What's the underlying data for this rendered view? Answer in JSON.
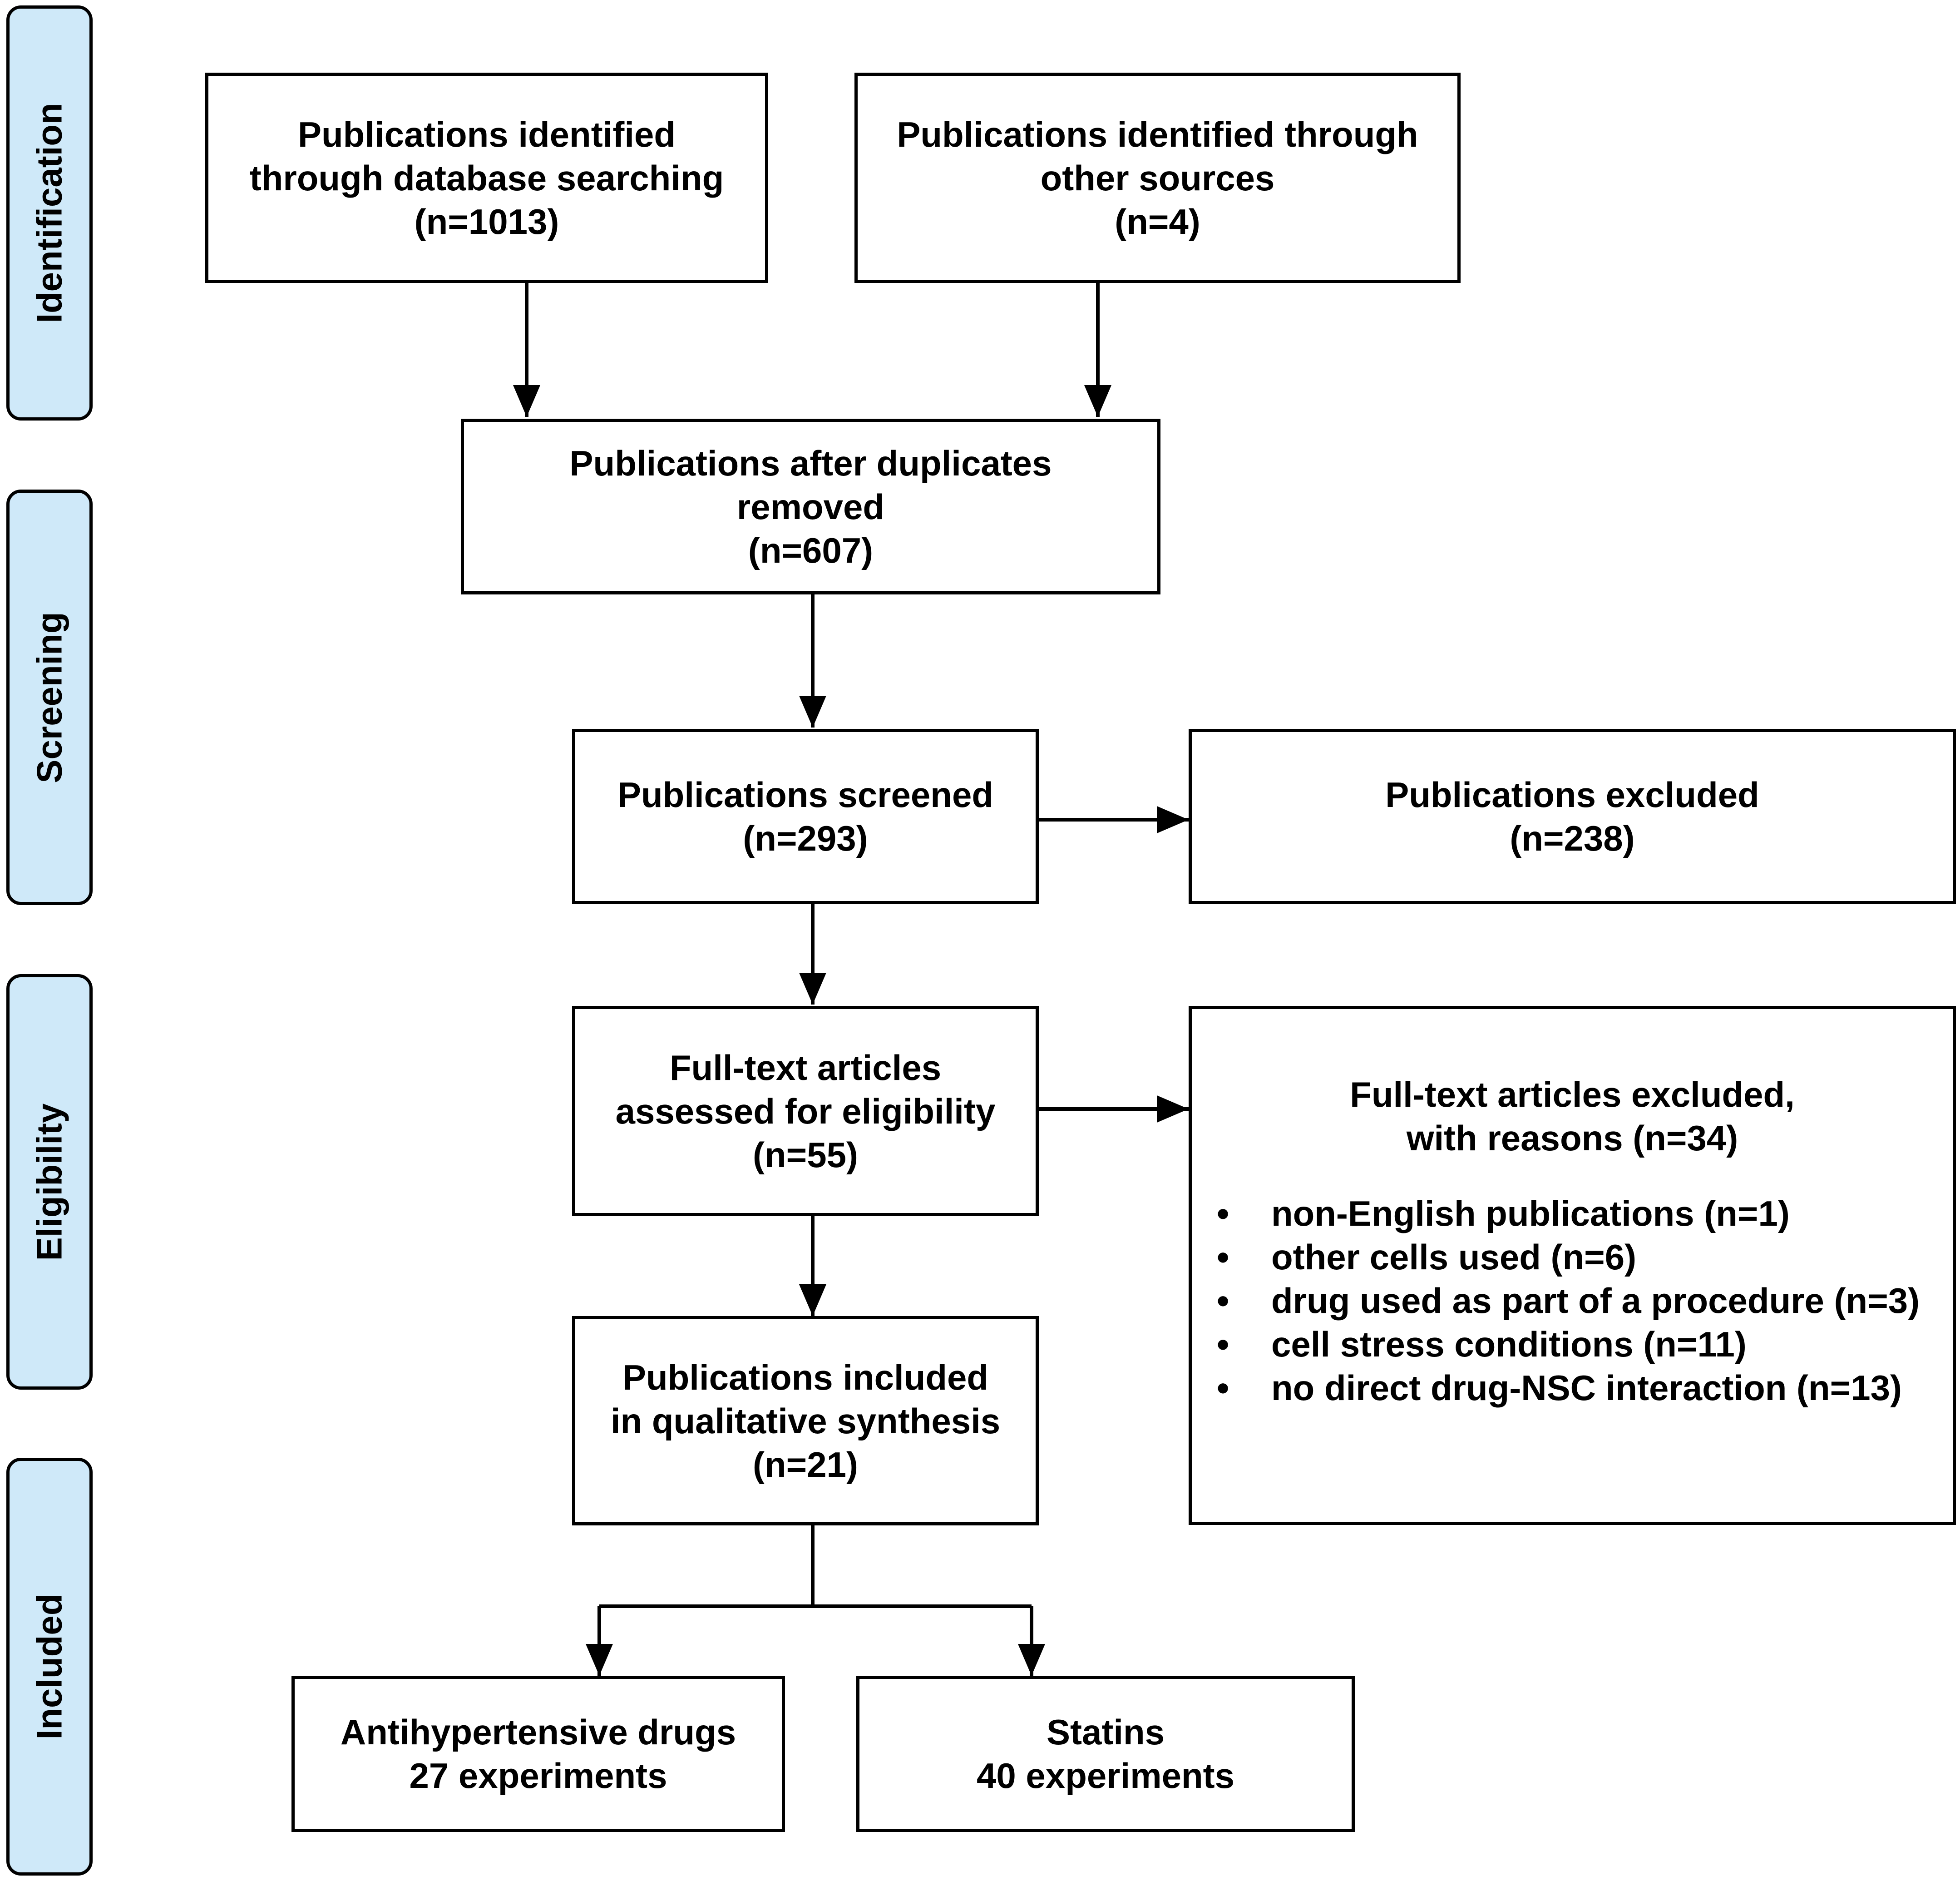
{
  "phases": {
    "identification": "Identification",
    "screening": "Screening",
    "eligibility": "Eligibility",
    "included": "Included"
  },
  "boxes": {
    "db_search": {
      "line1": "Publications identified",
      "line2": "through database searching",
      "count": "(n=1013)"
    },
    "other_sources": {
      "line1": "Publications identified through",
      "line2": "other sources",
      "count": "(n=4)"
    },
    "after_duplicates": {
      "line1": "Publications after duplicates",
      "line2": "removed",
      "count": "(n=607)"
    },
    "screened": {
      "line1": "Publications screened",
      "count": "(n=293)"
    },
    "excluded": {
      "line1": "Publications excluded",
      "count": "(n=238)"
    },
    "full_text": {
      "line1": "Full-text articles",
      "line2": "assessed for eligibility",
      "count": "(n=55)"
    },
    "full_text_excluded": {
      "line1": "Full-text articles excluded,",
      "line2": "with reasons (n=34)",
      "bullet": "•",
      "reasons": [
        "non-English publications (n=1)",
        "other cells used (n=6)",
        "drug used as part of a procedure (n=3)",
        "cell stress conditions (n=11)",
        "no direct drug-NSC interaction (n=13)"
      ]
    },
    "included": {
      "line1": "Publications included",
      "line2": "in qualitative synthesis",
      "count": "(n=21)"
    },
    "antihypertensive": {
      "line1": "Antihypertensive drugs",
      "line2": "27 experiments"
    },
    "statins": {
      "line1": "Statins",
      "line2": "40 experiments"
    }
  }
}
